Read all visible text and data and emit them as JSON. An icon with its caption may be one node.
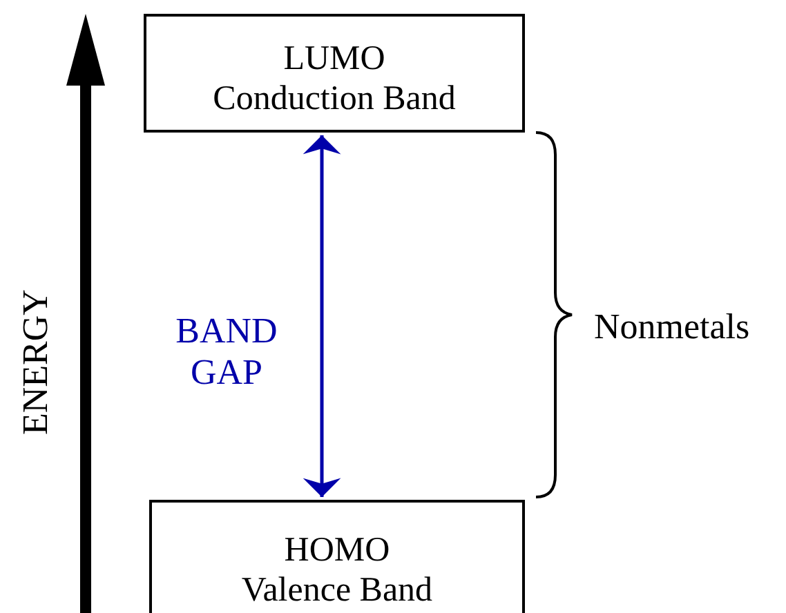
{
  "diagram": {
    "nodes": [
      {
        "text": [
          "LUMO",
          "Conduction Band"
        ]
      },
      {
        "text": [
          "HOMO",
          "Valence Band"
        ]
      }
    ],
    "edges": [
      {
        "from": 0,
        "to": 1,
        "arrow": "both",
        "color": "#0000aa"
      }
    ],
    "labels": [
      "ENERGY",
      "BAND GAP",
      "Nonmetals"
    ]
  }
}
